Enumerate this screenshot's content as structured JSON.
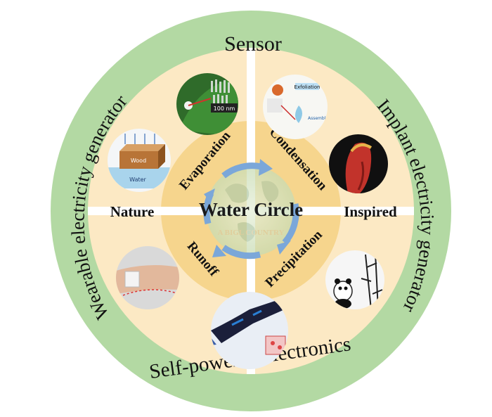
{
  "outer_ring": {
    "top": "Sensor",
    "left": "Wearable electricity generator",
    "right": "Implant electricity generator",
    "bottom": "Self-powered electronics"
  },
  "middle": {
    "left_label": "Nature",
    "right_label": "Inspired"
  },
  "inner": {
    "center_title": "Water Circle",
    "center_watermark": "A BIGL COUNTRY",
    "quadrants": {
      "top_left": "Evaporation",
      "top_right": "Condensation",
      "bottom_right": "Precipitation",
      "bottom_left": "Runoff"
    }
  },
  "image_labels": {
    "leaf_scale": "100 nm",
    "exfoliation": "Exfoliation",
    "assembly": "Assembly",
    "wood": "Wood",
    "water": "Water"
  },
  "colors": {
    "outer_ring": "#b3d9a3",
    "middle_disc": "#fce9c4",
    "inner_disc": "#f6d58d",
    "arrow": "#7ba7d9",
    "divider": "#ffffff"
  }
}
